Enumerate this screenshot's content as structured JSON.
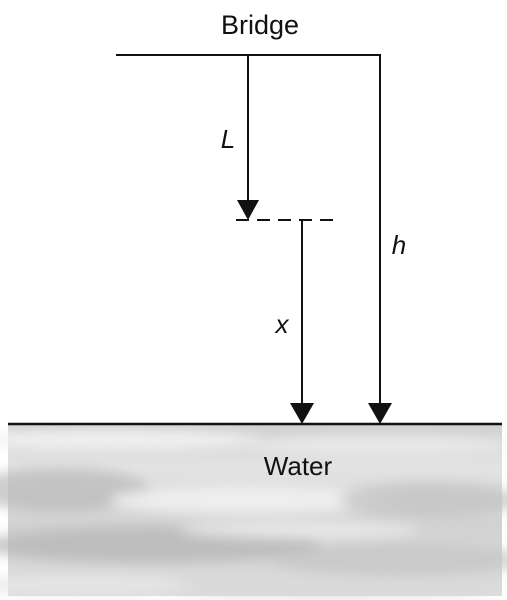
{
  "labels": {
    "bridge": "Bridge",
    "length_L": "L",
    "height_h": "h",
    "distance_x": "x",
    "water": "Water"
  },
  "colors": {
    "ink": "#111111",
    "water_light": "#e6e6e6",
    "water_mid": "#c9c9c9",
    "water_dark": "#a9a9a9"
  }
}
